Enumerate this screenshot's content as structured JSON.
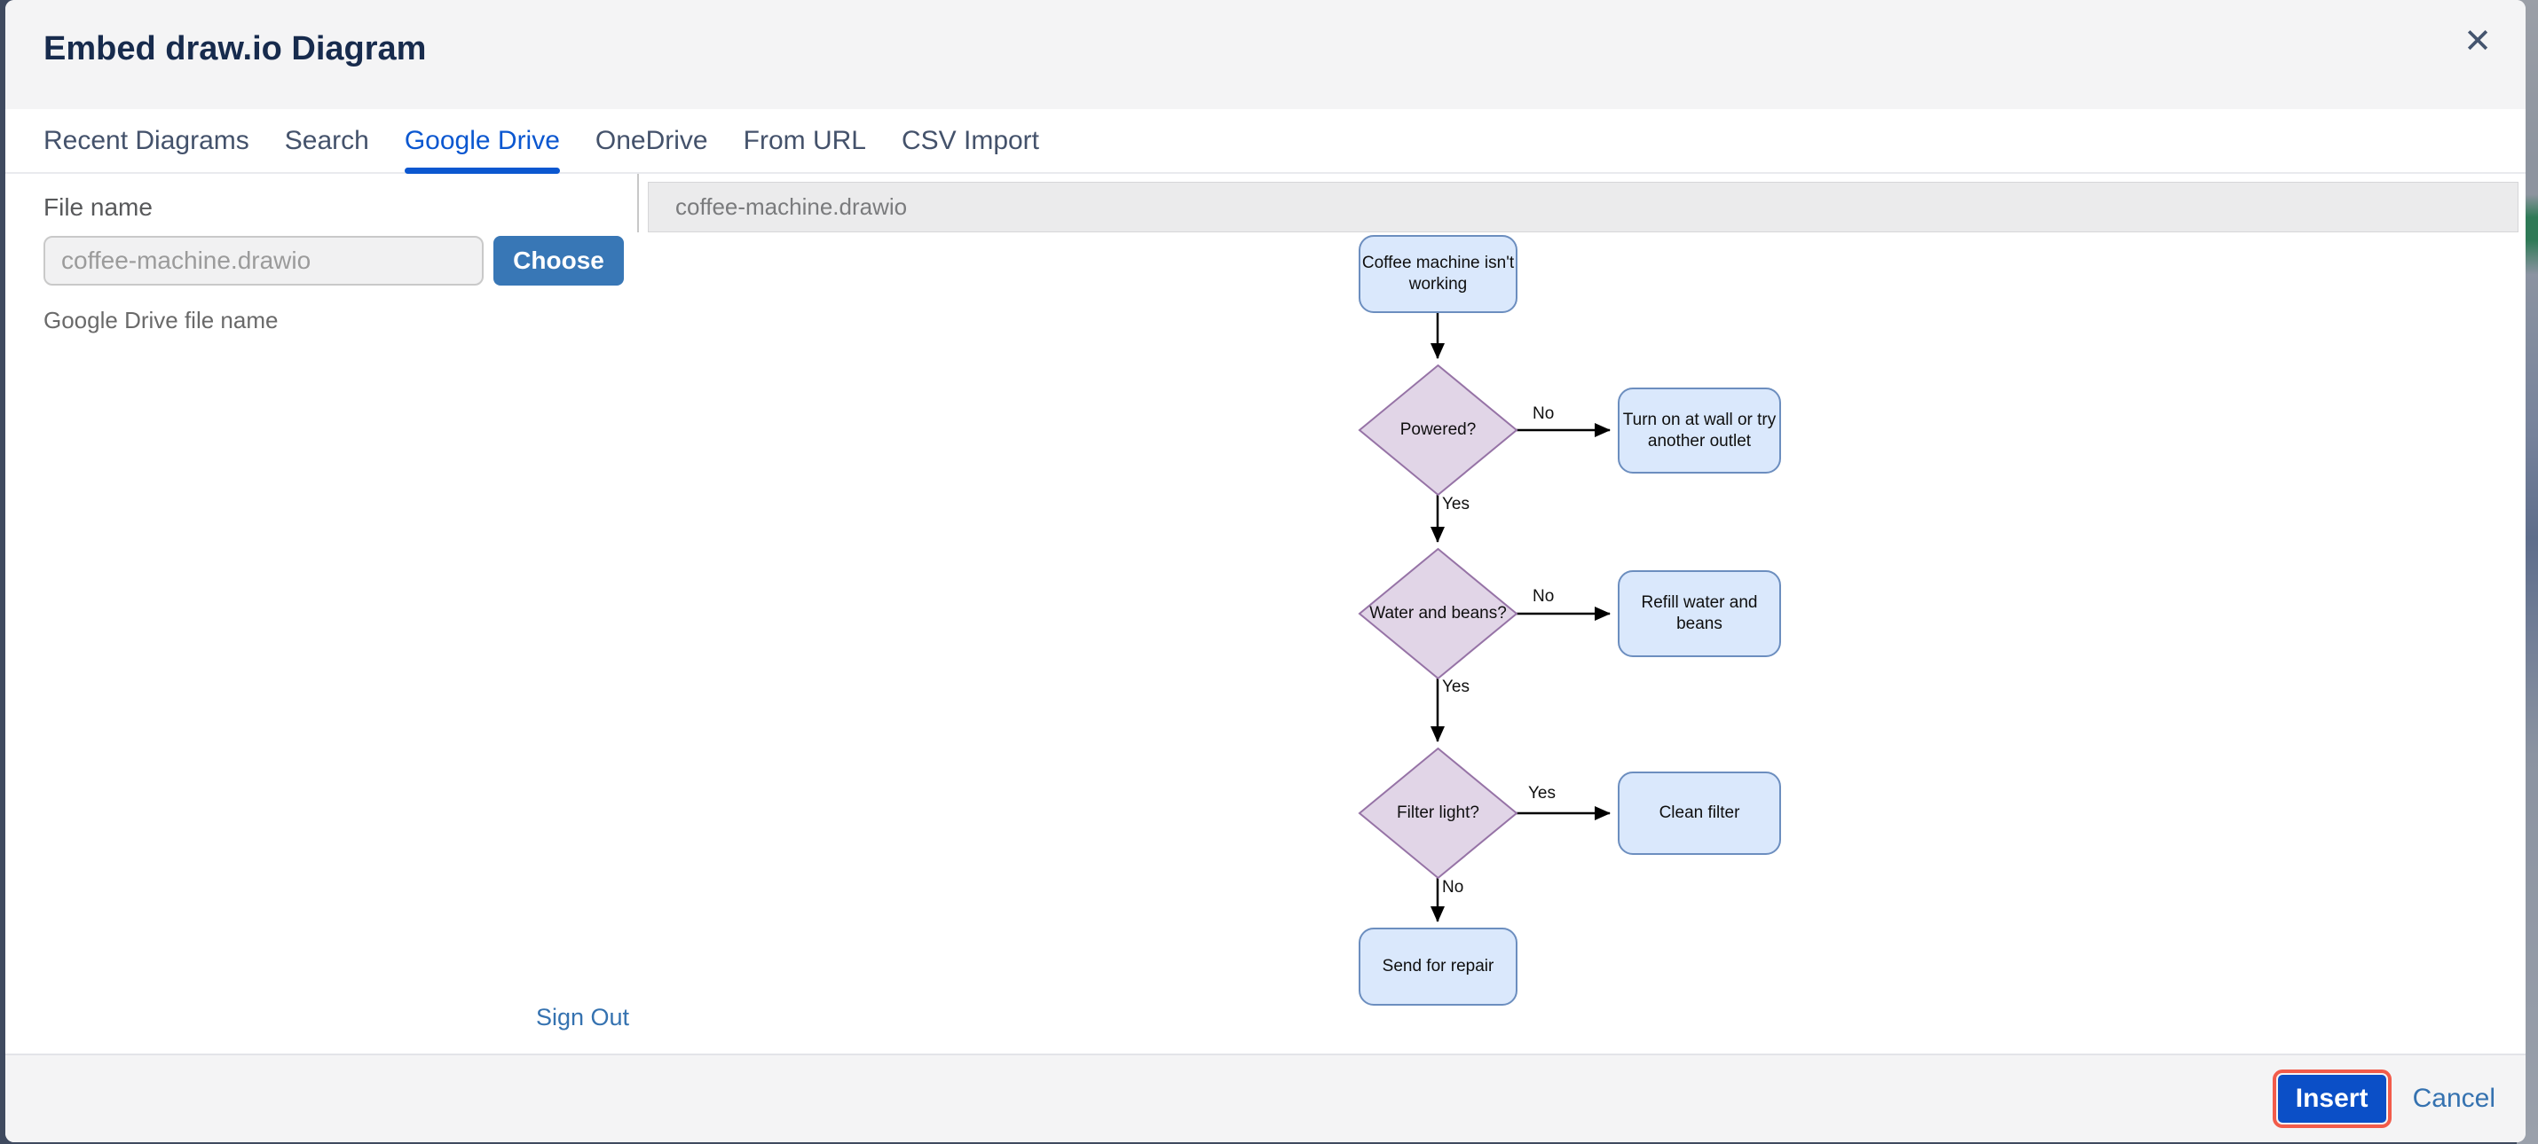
{
  "dialog": {
    "title": "Embed draw.io Diagram",
    "close_icon_glyph": "✕"
  },
  "tabs": [
    {
      "label": "Recent Diagrams",
      "active": false
    },
    {
      "label": "Search",
      "active": false
    },
    {
      "label": "Google Drive",
      "active": true
    },
    {
      "label": "OneDrive",
      "active": false
    },
    {
      "label": "From URL",
      "active": false
    },
    {
      "label": "CSV Import",
      "active": false
    }
  ],
  "google_drive_panel": {
    "file_name_label": "File name",
    "file_input_value": "",
    "file_input_placeholder": "coffee-machine.drawio",
    "choose_button_label": "Choose",
    "helper_text": "Google Drive file name",
    "sign_out_label": "Sign Out"
  },
  "preview": {
    "file_name_bar": "coffee-machine.drawio"
  },
  "diagram": {
    "nodes": [
      {
        "id": "start",
        "shape": "rounded-rect",
        "label": "Coffee machine isn't working",
        "fill": "#dae8fc",
        "stroke": "#6c8ebf"
      },
      {
        "id": "powered",
        "shape": "diamond",
        "label": "Powered?",
        "fill": "#e1d5e7",
        "stroke": "#9673a6"
      },
      {
        "id": "turn-on",
        "shape": "rounded-rect",
        "label": "Turn on at wall or try another outlet",
        "fill": "#dae8fc",
        "stroke": "#6c8ebf"
      },
      {
        "id": "water-beans",
        "shape": "diamond",
        "label": "Water and beans?",
        "fill": "#e1d5e7",
        "stroke": "#9673a6"
      },
      {
        "id": "refill",
        "shape": "rounded-rect",
        "label": "Refill water and beans",
        "fill": "#dae8fc",
        "stroke": "#6c8ebf"
      },
      {
        "id": "filter-light",
        "shape": "diamond",
        "label": "Filter light?",
        "fill": "#e1d5e7",
        "stroke": "#9673a6"
      },
      {
        "id": "clean-filter",
        "shape": "rounded-rect",
        "label": "Clean filter",
        "fill": "#dae8fc",
        "stroke": "#6c8ebf"
      },
      {
        "id": "send-repair",
        "shape": "rounded-rect",
        "label": "Send for repair",
        "fill": "#dae8fc",
        "stroke": "#6c8ebf"
      }
    ],
    "edges": [
      {
        "from": "start",
        "to": "powered",
        "label": ""
      },
      {
        "from": "powered",
        "to": "turn-on",
        "label": "No"
      },
      {
        "from": "powered",
        "to": "water-beans",
        "label": "Yes"
      },
      {
        "from": "water-beans",
        "to": "refill",
        "label": "No"
      },
      {
        "from": "water-beans",
        "to": "filter-light",
        "label": "Yes"
      },
      {
        "from": "filter-light",
        "to": "clean-filter",
        "label": "Yes"
      },
      {
        "from": "filter-light",
        "to": "send-repair",
        "label": "No"
      }
    ]
  },
  "footer": {
    "insert_label": "Insert",
    "cancel_label": "Cancel"
  },
  "colors": {
    "accent_blue": "#0b57d0",
    "insert_blue": "#0b4fc7",
    "choose_blue": "#3877b6",
    "highlight_red": "#f25b4a",
    "node_blue_fill": "#dae8fc",
    "node_blue_stroke": "#6c8ebf",
    "node_purple_fill": "#e1d5e7",
    "node_purple_stroke": "#9673a6",
    "title_text": "#172b4d"
  }
}
